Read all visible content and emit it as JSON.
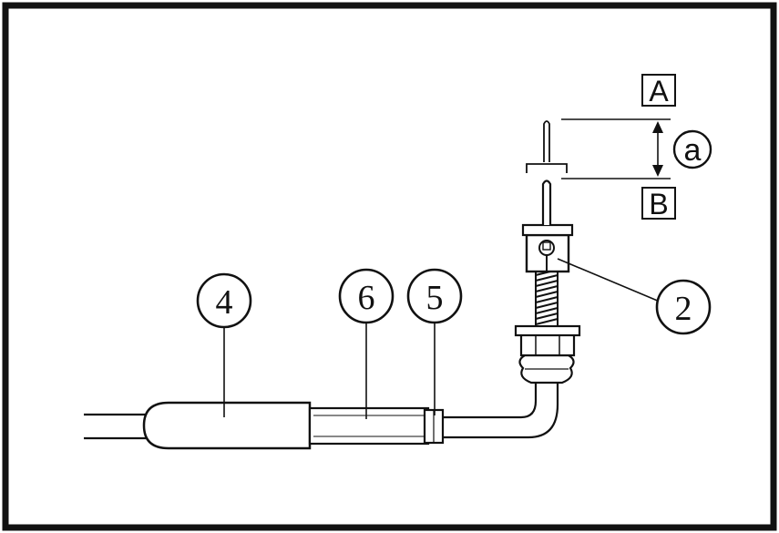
{
  "callouts": {
    "c2": "2",
    "c4": "4",
    "c5": "5",
    "c6": "6"
  },
  "boxes": {
    "a_upper": "A",
    "b_lower": "B"
  },
  "dimension": {
    "label": "a"
  },
  "colors": {
    "line": "#111111",
    "background": "#ffffff"
  }
}
